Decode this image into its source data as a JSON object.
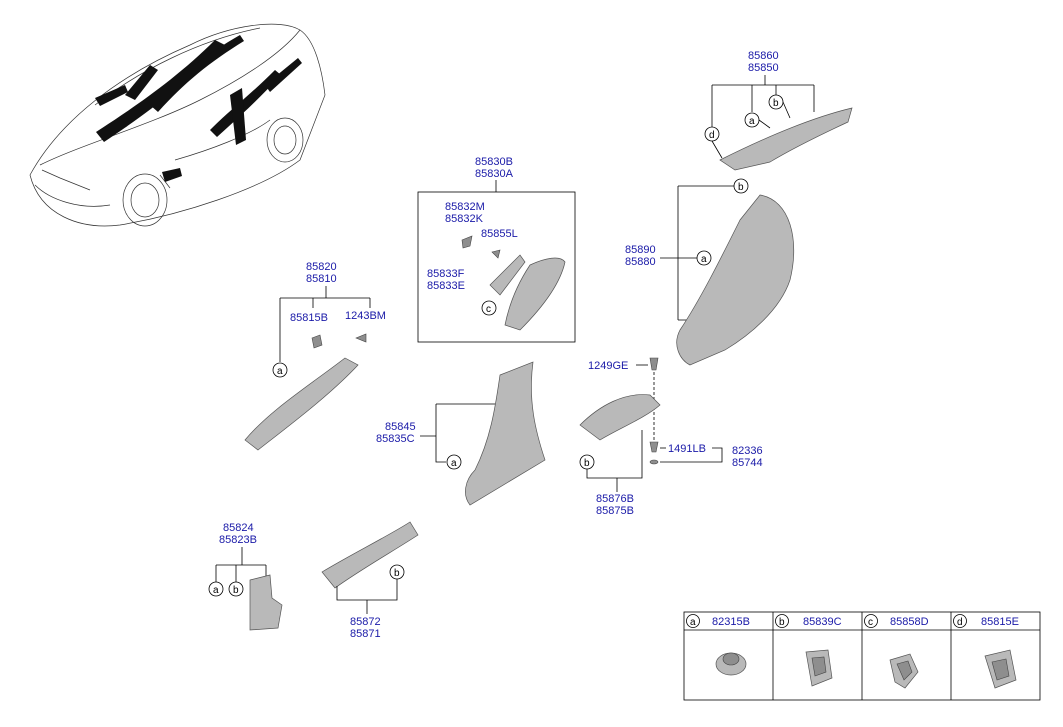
{
  "colors": {
    "part_number": "#1a1aa8",
    "part_fill": "#b9b9b9",
    "line": "#000000"
  },
  "labels": {
    "p85860": "85860",
    "p85850": "85850",
    "p85830B": "85830B",
    "p85830A": "85830A",
    "p85832M": "85832M",
    "p85832K": "85832K",
    "p85855L": "85855L",
    "p85833F": "85833F",
    "p85833E": "85833E",
    "p85890": "85890",
    "p85880": "85880",
    "p85820": "85820",
    "p85810": "85810",
    "p85815B": "85815B",
    "p1243BM": "1243BM",
    "p1249GE": "1249GE",
    "p85845": "85845",
    "p85835C": "85835C",
    "p1491LB": "1491LB",
    "p82336": "82336",
    "p85744": "85744",
    "p85876B": "85876B",
    "p85875B": "85875B",
    "p85824": "85824",
    "p85823B": "85823B",
    "p85872": "85872",
    "p85871": "85871"
  },
  "callouts": {
    "a": "a",
    "b": "b",
    "c": "c",
    "d": "d"
  },
  "legend": [
    {
      "letter": "a",
      "part": "82315B"
    },
    {
      "letter": "b",
      "part": "85839C"
    },
    {
      "letter": "c",
      "part": "85858D"
    },
    {
      "letter": "d",
      "part": "85815E"
    }
  ]
}
